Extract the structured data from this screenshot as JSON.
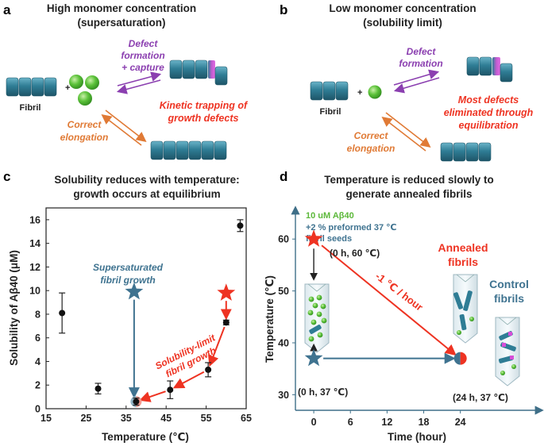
{
  "panel_a": {
    "letter": "a",
    "title_line1": "High monomer concentration",
    "title_line2": "(supersaturation)",
    "fibril_label": "Fibril",
    "plus": "+",
    "defect_line1": "Defect",
    "defect_line2": "formation",
    "defect_line3": "+ capture",
    "kinetic_line1": "Kinetic trapping of",
    "kinetic_line2": "growth defects",
    "correct_line1": "Correct",
    "correct_line2": "elongation"
  },
  "panel_b": {
    "letter": "b",
    "title_line1": "Low monomer concentration",
    "title_line2": "(solubility limit)",
    "fibril_label": "Fibril",
    "plus": "+",
    "defect_line1": "Defect",
    "defect_line2": "formation",
    "most_line1": "Most defects",
    "most_line2": "eliminated through",
    "most_line3": "equilibration",
    "correct_line1": "Correct",
    "correct_line2": "elongation"
  },
  "panel_c": {
    "letter": "c",
    "title_line1": "Solubility reduces with temperature:",
    "title_line2": "growth occurs at equilibrium",
    "super_line1": "Supersaturated",
    "super_line2": "fibril growth",
    "sol_line1": "Solubility-limit",
    "sol_line2": "fibril growth"
  },
  "panel_d": {
    "letter": "d",
    "title_line1": "Temperature is reduced slowly to",
    "title_line2": "generate annealed fibrils",
    "info_line1": "10 uM Aβ40",
    "info_line2": "+2 %  preformed 37 ℃",
    "info_line3": "fibril seeds",
    "pt_start_hot": "(0 h, 60 ℃)",
    "pt_start_cold": "(0 h, 37 ℃)",
    "pt_end": "(24 h, 37 ℃)",
    "rate": "-1 ℃ / hour",
    "annealed_line1": "Annealed",
    "annealed_line2": "fibrils",
    "control_line1": "Control",
    "control_line2": "fibrils"
  },
  "colors": {
    "fibril": "#2e7e96",
    "monomer": "#5cc23a",
    "defect": "#d64fd8",
    "purple": "#8b3fb0",
    "orange": "#e07a35",
    "red": "#ee3322",
    "steel": "#3f7390"
  },
  "chart_data": [
    {
      "type": "scatter",
      "xlabel": "Temperature (℃)",
      "ylabel": "Solubility of Aβ40 (μM)",
      "xlim": [
        15,
        65
      ],
      "ylim": [
        0,
        17
      ],
      "xticks": [
        15,
        25,
        35,
        45,
        55,
        65
      ],
      "yticks": [
        0,
        2,
        4,
        6,
        8,
        10,
        12,
        14,
        16
      ],
      "grid": false,
      "points": [
        {
          "x": 19,
          "y": 8.1,
          "err": 1.7
        },
        {
          "x": 28,
          "y": 1.7,
          "err": 0.45
        },
        {
          "x": 37.5,
          "y": 0.6,
          "err": 0.3
        },
        {
          "x": 46,
          "y": 1.6,
          "err": 0.75
        },
        {
          "x": 55.5,
          "y": 3.3,
          "err": 0.6
        },
        {
          "x": 60,
          "y": 7.3,
          "err": 0.2
        },
        {
          "x": 63.5,
          "y": 15.5,
          "err": 0.5
        }
      ],
      "markers": [
        {
          "label": "Supersaturated fibril growth",
          "x": 37,
          "y": 9.9,
          "to_y": 0.6
        },
        {
          "label": "Solubility-limit fibril growth",
          "x": 60,
          "y": 9.8,
          "to_y": 7.3
        }
      ]
    },
    {
      "type": "line",
      "xlabel": "Time (hour)",
      "ylabel": "Temperature (℃)",
      "xlim": [
        -3,
        36
      ],
      "ylim": [
        27,
        66
      ],
      "xticks": [
        0,
        6,
        12,
        18,
        24
      ],
      "yticks": [
        30,
        40,
        50,
        60
      ],
      "grid": false,
      "series": [
        {
          "x": [
            0,
            24
          ],
          "y": [
            60,
            37
          ]
        },
        {
          "x": [
            0,
            24
          ],
          "y": [
            37,
            37
          ]
        }
      ]
    }
  ]
}
